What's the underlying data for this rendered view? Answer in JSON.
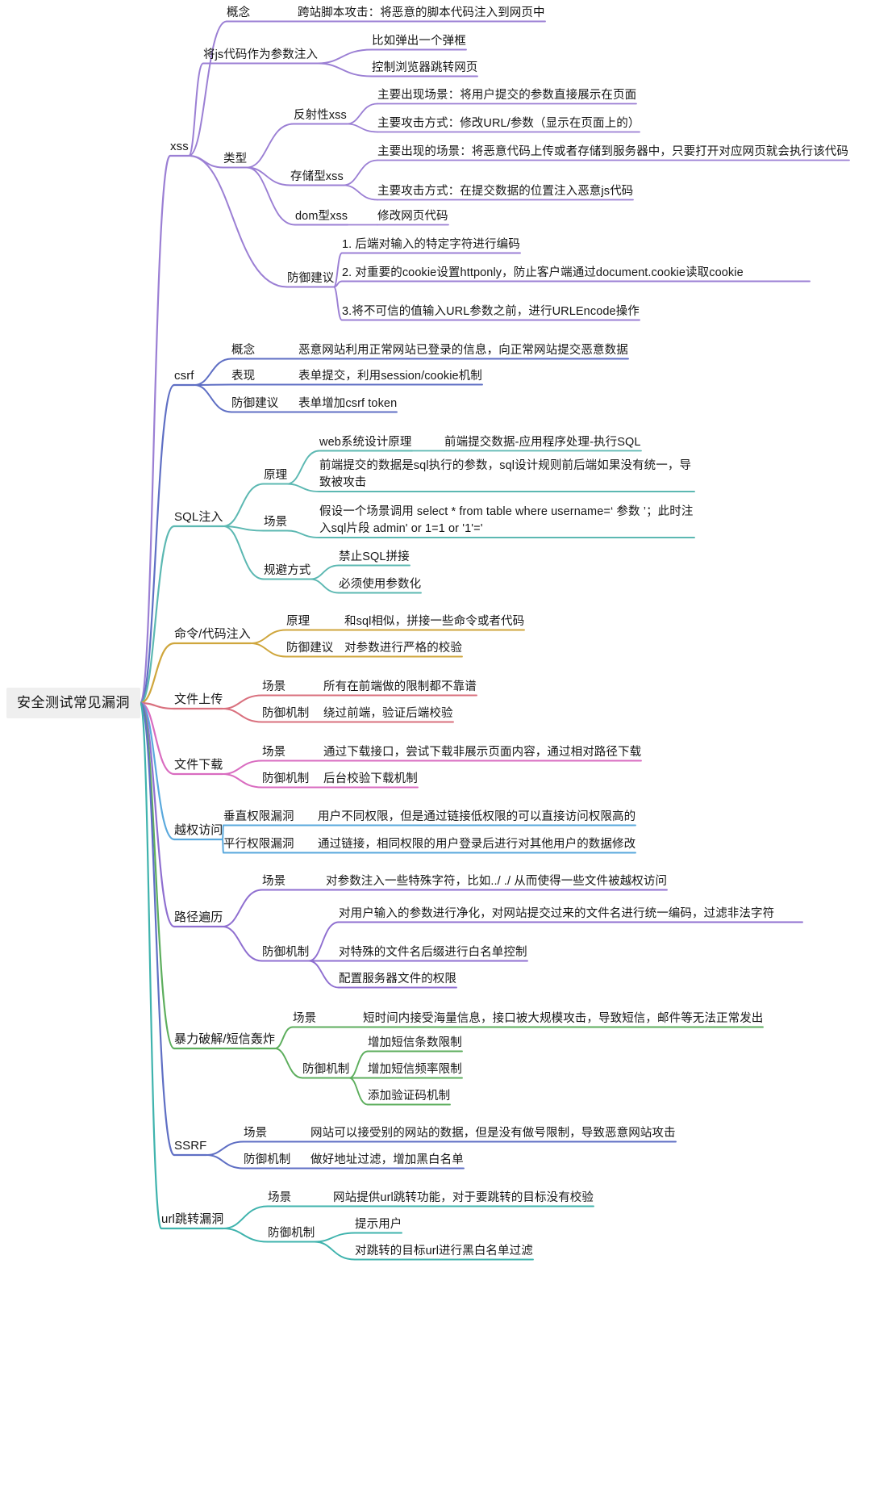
{
  "title": "安全测试常见漏洞",
  "root": {
    "label": "安全测试常见漏洞"
  },
  "colors": {
    "xss": "#9b7fd4",
    "csrf": "#5f6fc4",
    "sql": "#5cb8b2",
    "cmd": "#cfa63c",
    "upload": "#d9707e",
    "download": "#d96cc0",
    "privilege": "#5aa9dd",
    "traversal": "#8f6fd0",
    "brute": "#5dae5d",
    "ssrf": "#5f6fc4",
    "urlredirect": "#3fb3ad",
    "root_bg": "#efefef",
    "text": "#161616"
  },
  "branches": [
    {
      "id": "xss",
      "label": "xss",
      "color": "#9b7fd4",
      "children": [
        {
          "label": "概念",
          "children": [
            {
              "label": "跨站脚本攻击：将恶意的脚本代码注入到网页中"
            }
          ]
        },
        {
          "label": "将js代码作为参数注入",
          "children": [
            {
              "label": "比如弹出一个弹框"
            },
            {
              "label": "控制浏览器跳转网页"
            }
          ]
        },
        {
          "label": "类型",
          "children": [
            {
              "label": "反射性xss",
              "children": [
                {
                  "label": "主要出现场景：将用户提交的参数直接展示在页面"
                },
                {
                  "label": "主要攻击方式：修改URL/参数（显示在页面上的）"
                }
              ]
            },
            {
              "label": "存储型xss",
              "children": [
                {
                  "label": "主要出现的场景：将恶意代码上传或者存储到服务器中，只要打开对应网页就会执行该代码"
                },
                {
                  "label": "主要攻击方式：在提交数据的位置注入恶意js代码"
                }
              ]
            },
            {
              "label": "dom型xss",
              "children": [
                {
                  "label": "修改网页代码"
                }
              ]
            }
          ]
        },
        {
          "label": "防御建议",
          "children": [
            {
              "label": "1. 后端对输入的特定字符进行编码"
            },
            {
              "label": "2. 对重要的cookie设置httponly，防止客户端通过document.cookie读取cookie"
            },
            {
              "label": "3.将不可信的值输入URL参数之前，进行URLEncode操作"
            }
          ]
        }
      ]
    },
    {
      "id": "csrf",
      "label": "csrf",
      "color": "#5f6fc4",
      "children": [
        {
          "label": "概念",
          "children": [
            {
              "label": "恶意网站利用正常网站已登录的信息，向正常网站提交恶意数据"
            }
          ]
        },
        {
          "label": "表现",
          "children": [
            {
              "label": "表单提交，利用session/cookie机制"
            }
          ]
        },
        {
          "label": "防御建议",
          "children": [
            {
              "label": "表单增加csrf token"
            }
          ]
        }
      ]
    },
    {
      "id": "sql",
      "label": "SQL注入",
      "color": "#5cb8b2",
      "children": [
        {
          "label": "原理",
          "children": [
            {
              "label": "web系统设计原理",
              "children": [
                {
                  "label": "前端提交数据-应用程序处理-执行SQL"
                }
              ]
            },
            {
              "label": "前端提交的数据是sql执行的参数，sql设计规则前后端如果没有统一，导致被攻击"
            }
          ]
        },
        {
          "label": "场景",
          "children": [
            {
              "label": "假设一个场景调用 select * from table where username=‘ 参数 ’；此时注入sql片段 admin' or 1=1 or '1'='"
            }
          ]
        },
        {
          "label": "规避方式",
          "children": [
            {
              "label": "禁止SQL拼接"
            },
            {
              "label": "必须使用参数化"
            }
          ]
        }
      ]
    },
    {
      "id": "cmd",
      "label": "命令/代码注入",
      "color": "#cfa63c",
      "children": [
        {
          "label": "原理",
          "children": [
            {
              "label": "和sql相似，拼接一些命令或者代码"
            }
          ]
        },
        {
          "label": "防御建议",
          "children": [
            {
              "label": "对参数进行严格的校验"
            }
          ]
        }
      ]
    },
    {
      "id": "upload",
      "label": "文件上传",
      "color": "#d9707e",
      "children": [
        {
          "label": "场景",
          "children": [
            {
              "label": "所有在前端做的限制都不靠谱"
            }
          ]
        },
        {
          "label": "防御机制",
          "children": [
            {
              "label": "绕过前端，验证后端校验"
            }
          ]
        }
      ]
    },
    {
      "id": "download",
      "label": "文件下载",
      "color": "#d96cc0",
      "children": [
        {
          "label": "场景",
          "children": [
            {
              "label": "通过下载接口，尝试下载非展示页面内容，通过相对路径下载"
            }
          ]
        },
        {
          "label": "防御机制",
          "children": [
            {
              "label": "后台校验下载机制"
            }
          ]
        }
      ]
    },
    {
      "id": "privilege",
      "label": "越权访问",
      "color": "#5aa9dd",
      "children": [
        {
          "label": "垂直权限漏洞",
          "children": [
            {
              "label": "用户不同权限，但是通过链接低权限的可以直接访问权限高的"
            }
          ]
        },
        {
          "label": "平行权限漏洞",
          "children": [
            {
              "label": "通过链接，相同权限的用户登录后进行对其他用户的数据修改"
            }
          ]
        }
      ]
    },
    {
      "id": "traversal",
      "label": "路径遍历",
      "color": "#8f6fd0",
      "children": [
        {
          "label": "场景",
          "children": [
            {
              "label": "对参数注入一些特殊字符，比如../ ./ 从而使得一些文件被越权访问"
            }
          ]
        },
        {
          "label": "防御机制",
          "children": [
            {
              "label": "对用户输入的参数进行净化，对网站提交过来的文件名进行统一编码，过滤非法字符"
            },
            {
              "label": "对特殊的文件名后缀进行白名单控制"
            },
            {
              "label": "配置服务器文件的权限"
            }
          ]
        }
      ]
    },
    {
      "id": "brute",
      "label": "暴力破解/短信轰炸",
      "color": "#5dae5d",
      "children": [
        {
          "label": "场景",
          "children": [
            {
              "label": "短时间内接受海量信息，接口被大规模攻击，导致短信，邮件等无法正常发出"
            }
          ]
        },
        {
          "label": "防御机制",
          "children": [
            {
              "label": "增加短信条数限制"
            },
            {
              "label": "增加短信频率限制"
            },
            {
              "label": "添加验证码机制"
            }
          ]
        }
      ]
    },
    {
      "id": "ssrf",
      "label": "SSRF",
      "color": "#5f6fc4",
      "children": [
        {
          "label": "场景",
          "children": [
            {
              "label": "网站可以接受别的网站的数据，但是没有做号限制，导致恶意网站攻击"
            }
          ]
        },
        {
          "label": "防御机制",
          "children": [
            {
              "label": "做好地址过滤，增加黑白名单"
            }
          ]
        }
      ]
    },
    {
      "id": "urlredirect",
      "label": "url跳转漏洞",
      "color": "#3fb3ad",
      "children": [
        {
          "label": "场景",
          "children": [
            {
              "label": "网站提供url跳转功能，对于要跳转的目标没有校验"
            }
          ]
        },
        {
          "label": "防御机制",
          "children": [
            {
              "label": "提示用户"
            },
            {
              "label": "对跳转的目标url进行黑白名单过滤"
            }
          ]
        }
      ]
    }
  ]
}
